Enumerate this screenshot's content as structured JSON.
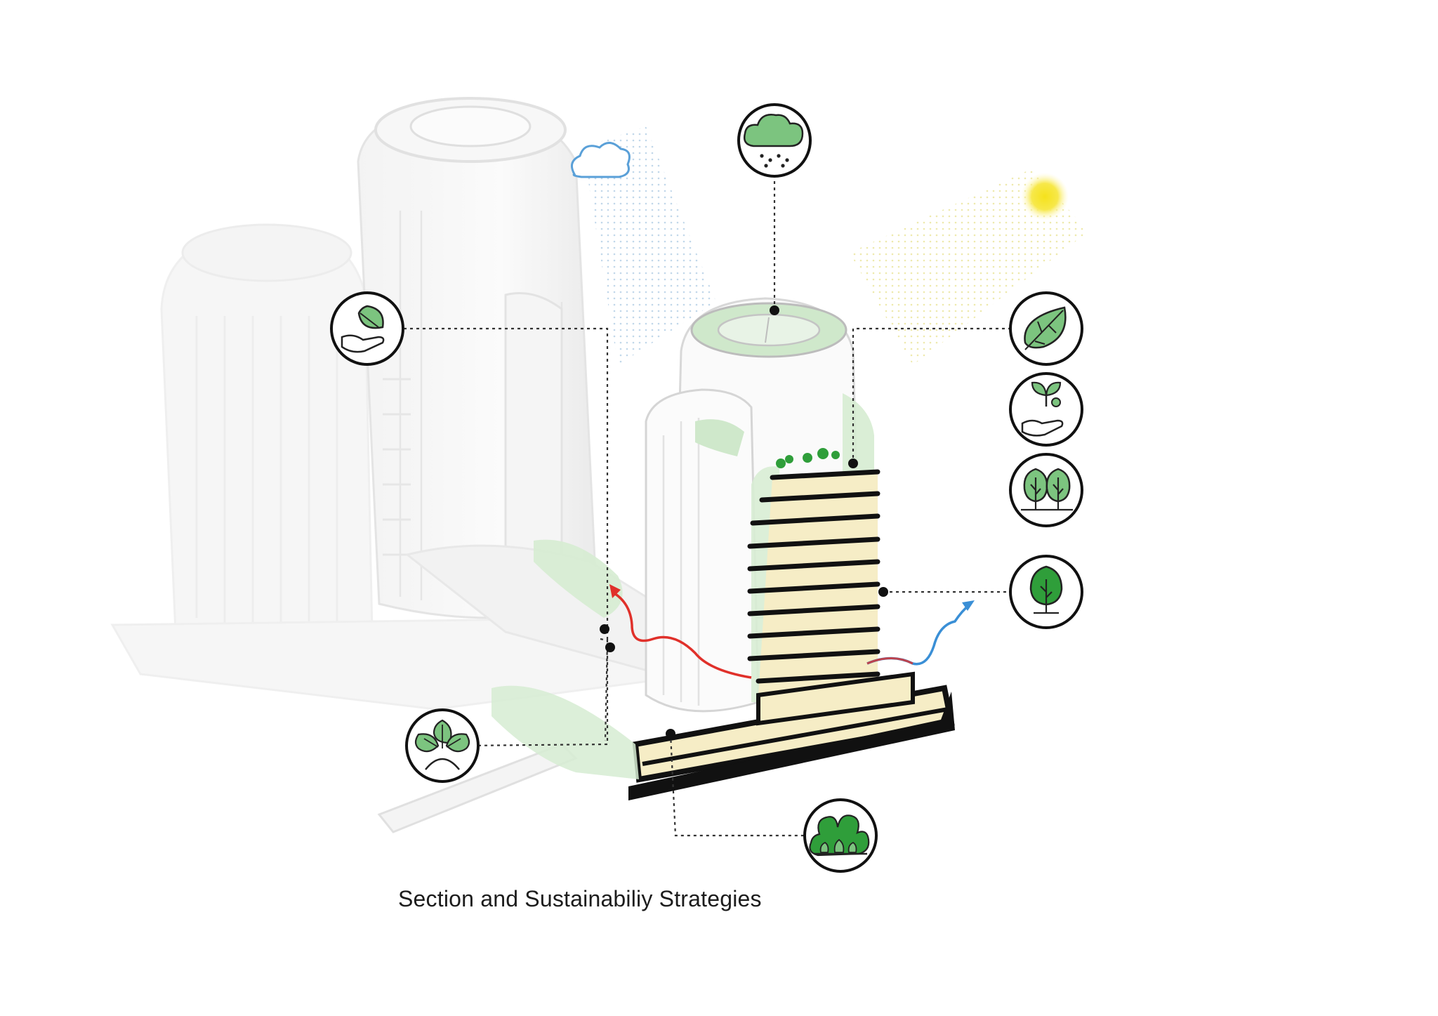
{
  "caption": "Section and Sustainabiliy Strategies",
  "colors": {
    "leaf_green": "#2f9e3a",
    "leaf_light": "#7cc47f",
    "garden_green": "#cfe8cb",
    "slab_cream": "#f6edc6",
    "slab_dark": "#111111",
    "warm_arrow": "#e0302a",
    "cool_arrow": "#3a8fd6",
    "sun": "#f5e21c",
    "cloud_outline": "#5aa0d8"
  },
  "icons": [
    {
      "id": "rainwater-harvesting",
      "icon": "rain-cloud-icon"
    },
    {
      "id": "leaf-in-hand",
      "icon": "leaf-hand-icon"
    },
    {
      "id": "green-leaf",
      "icon": "leaf-icon"
    },
    {
      "id": "planting-care",
      "icon": "seedling-hand-icon"
    },
    {
      "id": "twin-trees",
      "icon": "twin-trees-icon"
    },
    {
      "id": "single-tree",
      "icon": "tree-icon"
    },
    {
      "id": "leaf-cluster",
      "icon": "leaf-cluster-icon"
    },
    {
      "id": "urban-forest",
      "icon": "forest-icon"
    }
  ]
}
